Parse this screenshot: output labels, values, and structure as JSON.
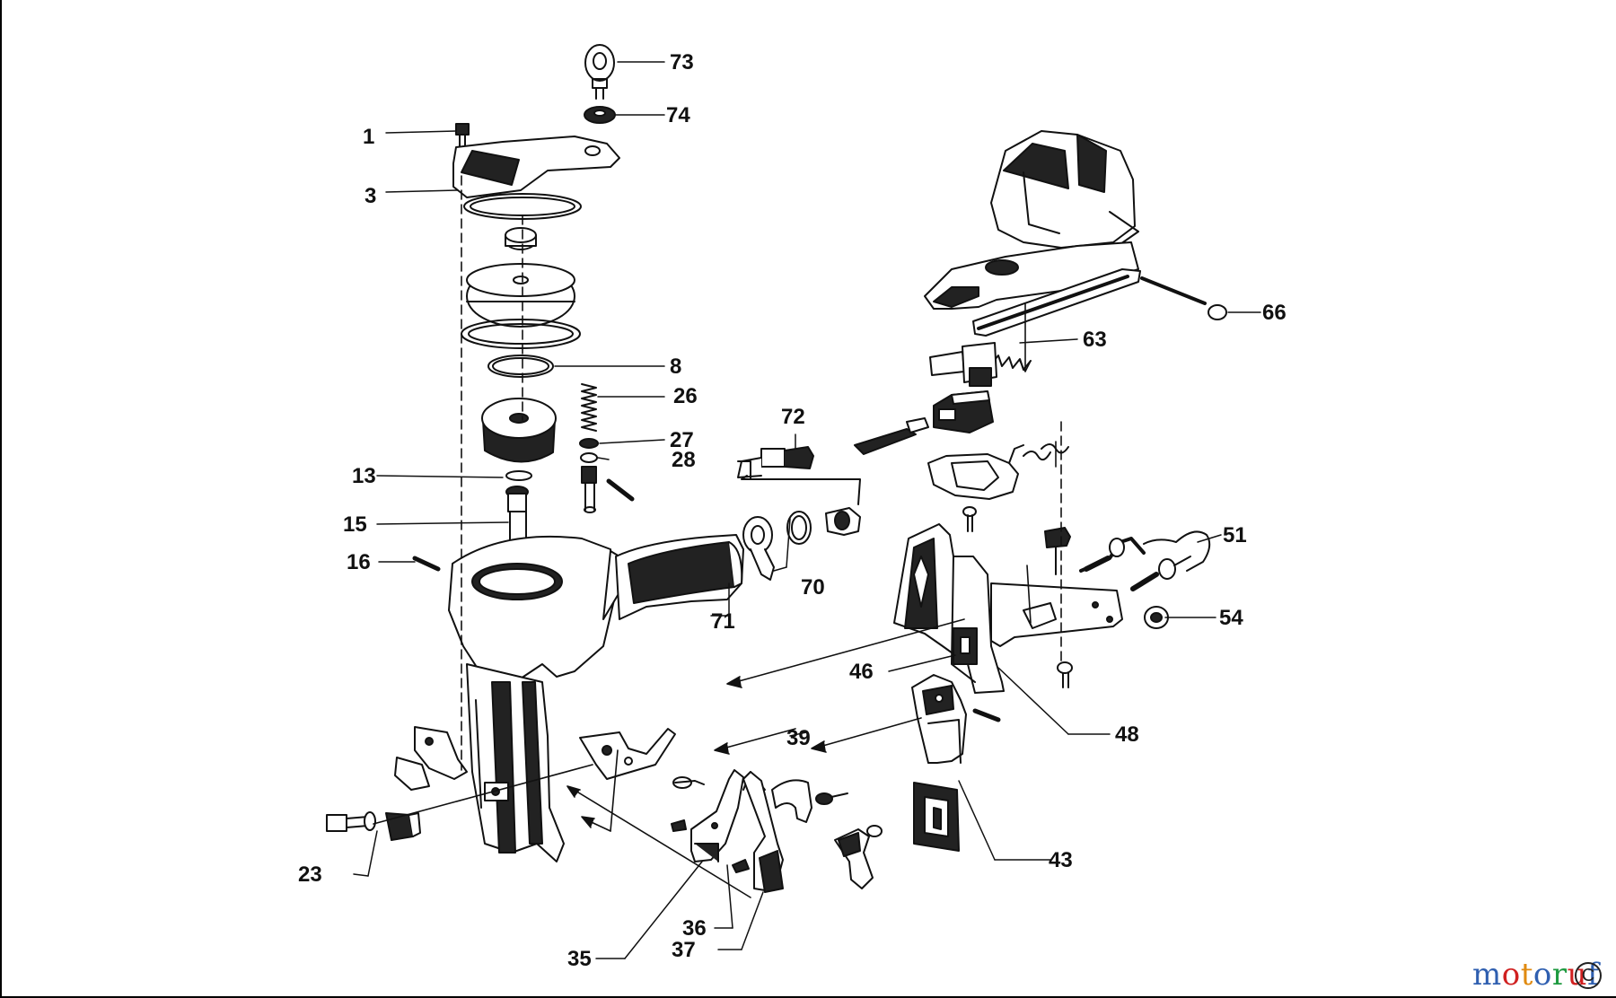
{
  "diagram": {
    "callouts": {
      "c1": "1",
      "c3": "3",
      "c8": "8",
      "c13": "13",
      "c15": "15",
      "c16": "16",
      "c23": "23",
      "c26": "26",
      "c27": "27",
      "c28": "28",
      "c35": "35",
      "c36": "36",
      "c37": "37",
      "c39": "39",
      "c43": "43",
      "c46": "46",
      "c48": "48",
      "c51": "51",
      "c54": "54",
      "c63": "63",
      "c66": "66",
      "c70": "70",
      "c71": "71",
      "c72": "72",
      "c73": "73",
      "c74": "74"
    },
    "colors": {
      "ink": "#111111",
      "paper": "#ffffff"
    }
  },
  "watermark": {
    "letters": [
      "m",
      "o",
      "t",
      "o",
      "r",
      "u",
      "f"
    ],
    "letter_colors": [
      "#2f5fb0",
      "#d02020",
      "#e08a10",
      "#2f5fb0",
      "#1e9a40",
      "#d02020",
      "#2f5fb0"
    ]
  },
  "copyright": {
    "symbol": "C"
  }
}
